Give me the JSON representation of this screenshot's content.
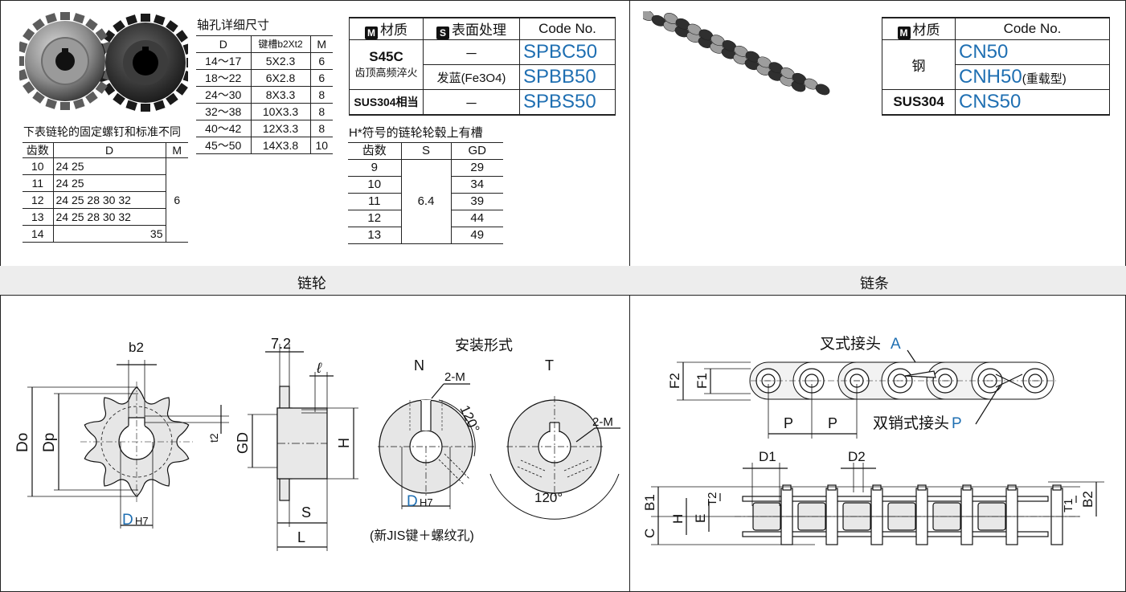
{
  "sprocket_top": {
    "bore_table": {
      "title": "轴孔详细尺寸",
      "headers": [
        "D",
        "键槽b2Xt2",
        "M"
      ],
      "rows": [
        [
          "14～17",
          "5X2.3",
          "6"
        ],
        [
          "18～22",
          "6X2.8",
          "6"
        ],
        [
          "24～30",
          "8X3.3",
          "8"
        ],
        [
          "32～38",
          "10X3.3",
          "8"
        ],
        [
          "40～42",
          "12X3.3",
          "8"
        ],
        [
          "45～50",
          "14X3.8",
          "10"
        ]
      ]
    },
    "screw_note": "下表链轮的固定螺钉和标准不同",
    "teeth_table": {
      "headers": [
        "齿数",
        "D",
        "M"
      ],
      "rows": [
        [
          "10",
          "24 25"
        ],
        [
          "11",
          "24 25"
        ],
        [
          "12",
          "24 25 28 30 32"
        ],
        [
          "13",
          "24 25 28 30 32"
        ],
        [
          "14",
          "35"
        ]
      ],
      "m_value": "6"
    },
    "material_table": {
      "headers": [
        "材质",
        "表面处理",
        "Code No."
      ],
      "m_badge": "M",
      "s_badge": "S",
      "rows": [
        {
          "material": "S45C",
          "material_note": "齿顶高频淬火",
          "surface": "－",
          "code": "SPBC50"
        },
        {
          "surface": "发蓝(Fe3O4)",
          "code": "SPBB50"
        },
        {
          "material": "SUS304相当",
          "surface": "－",
          "code": "SPBS50"
        }
      ]
    },
    "hub_note": "H*符号的链轮轮毂上有槽",
    "gd_table": {
      "headers": [
        "齿数",
        "S",
        "GD"
      ],
      "rows": [
        [
          "9",
          "29"
        ],
        [
          "10",
          "34"
        ],
        [
          "11",
          "39"
        ],
        [
          "12",
          "44"
        ],
        [
          "13",
          "49"
        ]
      ],
      "s_value": "6.4"
    }
  },
  "chain_top": {
    "material_table": {
      "headers": [
        "材质",
        "Code No."
      ],
      "m_badge": "M",
      "rows": [
        {
          "material": "钢",
          "code": "CN50",
          "note": ""
        },
        {
          "code": "CNH50",
          "note": "(重载型)"
        },
        {
          "material": "SUS304",
          "code": "CNS50",
          "note": ""
        }
      ]
    }
  },
  "sections": {
    "sprocket_title": "链轮",
    "chain_title": "链条"
  },
  "sprocket_drawing": {
    "labels": {
      "b2": "b2",
      "do": "Do",
      "dp": "Dp",
      "t2": "t2",
      "dh7": "D",
      "h7": "H7",
      "dim72": "7.2",
      "ell": "ℓ",
      "gd": "GD",
      "h": "H",
      "s": "S",
      "l": "L",
      "mount_title": "安装形式",
      "n": "N",
      "t": "T",
      "two_m": "2-M",
      "angle": "120°",
      "note": "(新JIS键＋螺纹孔)"
    }
  },
  "chain_drawing": {
    "labels": {
      "joint_a": "叉式接头",
      "a": "A",
      "joint_p": "双销式接头",
      "p_letter": "P",
      "f2": "F2",
      "f1": "F1",
      "p": "P",
      "d1": "D1",
      "d2": "D2",
      "b1": "B1",
      "c": "C",
      "h": "H",
      "e": "E",
      "t2": "T2",
      "t1": "T1",
      "b2": "B2"
    }
  }
}
